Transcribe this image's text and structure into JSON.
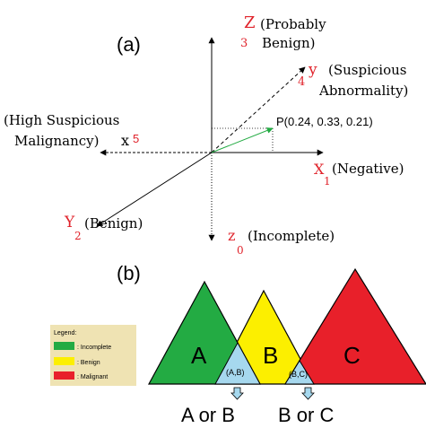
{
  "panel_a": {
    "label": "(a)",
    "axes": {
      "Z": {
        "letter": "Z",
        "index": "3",
        "name_line1": "(Probably",
        "name_line2": "Benign)"
      },
      "y": {
        "letter": "y",
        "index": "4",
        "name_line1": "(Suspicious",
        "name_line2": "Abnormality)"
      },
      "x": {
        "letter": "x",
        "index": "5",
        "name_line1": "(High Suspicious",
        "name_line2": "Malignancy)"
      },
      "X": {
        "letter": "X",
        "index": "1",
        "name": "(Negative)"
      },
      "Y": {
        "letter": "Y",
        "index": "2",
        "name": "(Benign)"
      },
      "z": {
        "letter": "z",
        "index": "0",
        "name": "(Incomplete)"
      }
    },
    "point_label": "P(0.24, 0.33, 0.21)"
  },
  "panel_b": {
    "label": "(b)",
    "triangles": [
      {
        "label": "A",
        "color": "#23ab43"
      },
      {
        "label": "B",
        "color": "#fcef00"
      },
      {
        "label": "C",
        "color": "#e8202a"
      }
    ],
    "overlaps": [
      {
        "label": "(A,B)",
        "color": "#a6d8ee"
      },
      {
        "label": "(B,C)",
        "color": "#a6d8ee"
      }
    ],
    "outcomes": [
      "A or B",
      "B or C"
    ],
    "legend": {
      "title": "Legend:",
      "background": "#efe3b3",
      "items": [
        {
          "label": ": Incomplete",
          "color": "#23ab43"
        },
        {
          "label": ": Benign",
          "color": "#fcef00"
        },
        {
          "label": ": Malignant",
          "color": "#e8202a"
        }
      ]
    }
  },
  "colors": {
    "axis_label": "#e0232b",
    "vector": "#23ab43",
    "overlap": "#a6d8ee"
  }
}
